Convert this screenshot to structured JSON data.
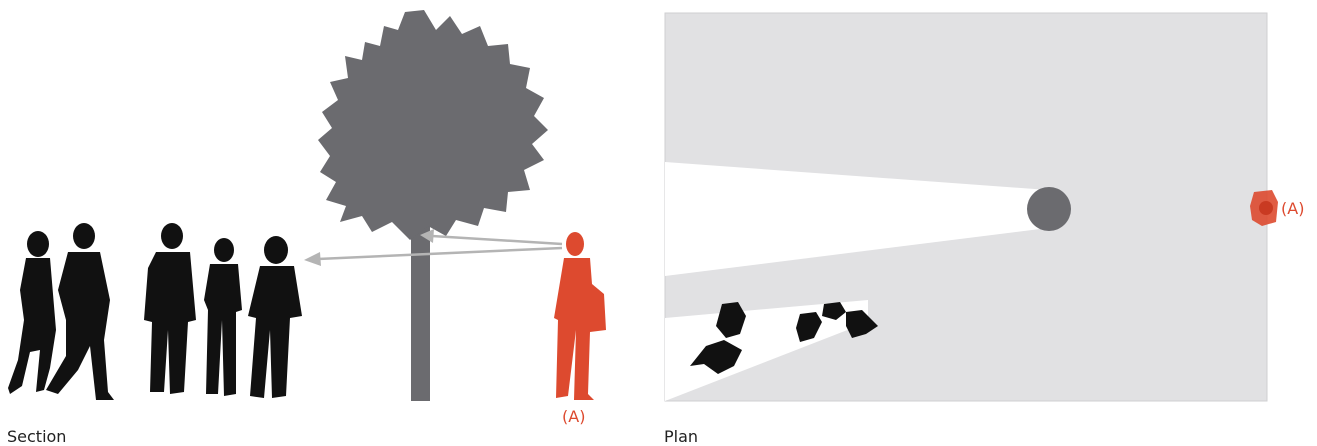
{
  "section": {
    "caption": "Section",
    "marker": "(A)"
  },
  "plan": {
    "caption": "Plan",
    "marker": "(A)"
  },
  "colors": {
    "silhouette": "#111111",
    "tree": "#6b6b6f",
    "accent": "#dd4a2f",
    "ground": "#e1e1e3",
    "sightline": "#b4b4b4",
    "view_cone": "#ffffff"
  }
}
